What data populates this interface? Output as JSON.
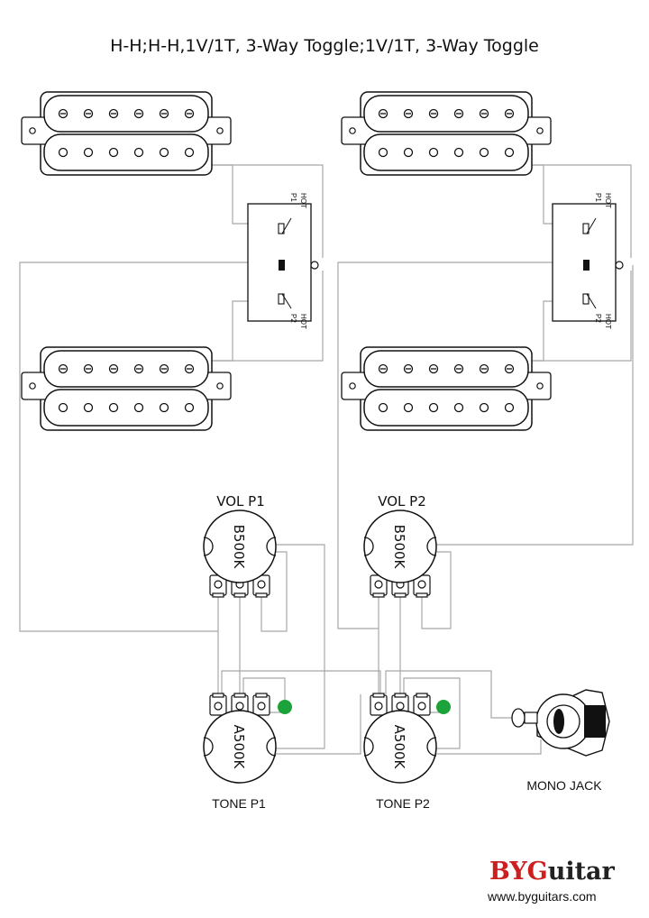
{
  "title": "H-H;H-H,1V/1T, 3-Way Toggle;1V/1T, 3-Way Toggle",
  "brand": {
    "prefix": "BYG",
    "suffix": "uitar",
    "url": "www.byguitars.com",
    "prefix_color": "#cc1f1f",
    "suffix_color": "#222222"
  },
  "pots": {
    "vol1": {
      "label": "VOL P1",
      "value": "B500K"
    },
    "vol2": {
      "label": "VOL P2",
      "value": "B500K"
    },
    "tone1": {
      "label": "TONE P1",
      "value": "A500K"
    },
    "tone2": {
      "label": "TONE P2",
      "value": "A500K"
    }
  },
  "jack": {
    "label": "MONO JACK"
  },
  "switch_labels": {
    "hot": "HOT",
    "p1": "P1",
    "p2": "P2"
  },
  "capacitor_color": "#1aa33a",
  "wire_color": "#a8a8a8"
}
